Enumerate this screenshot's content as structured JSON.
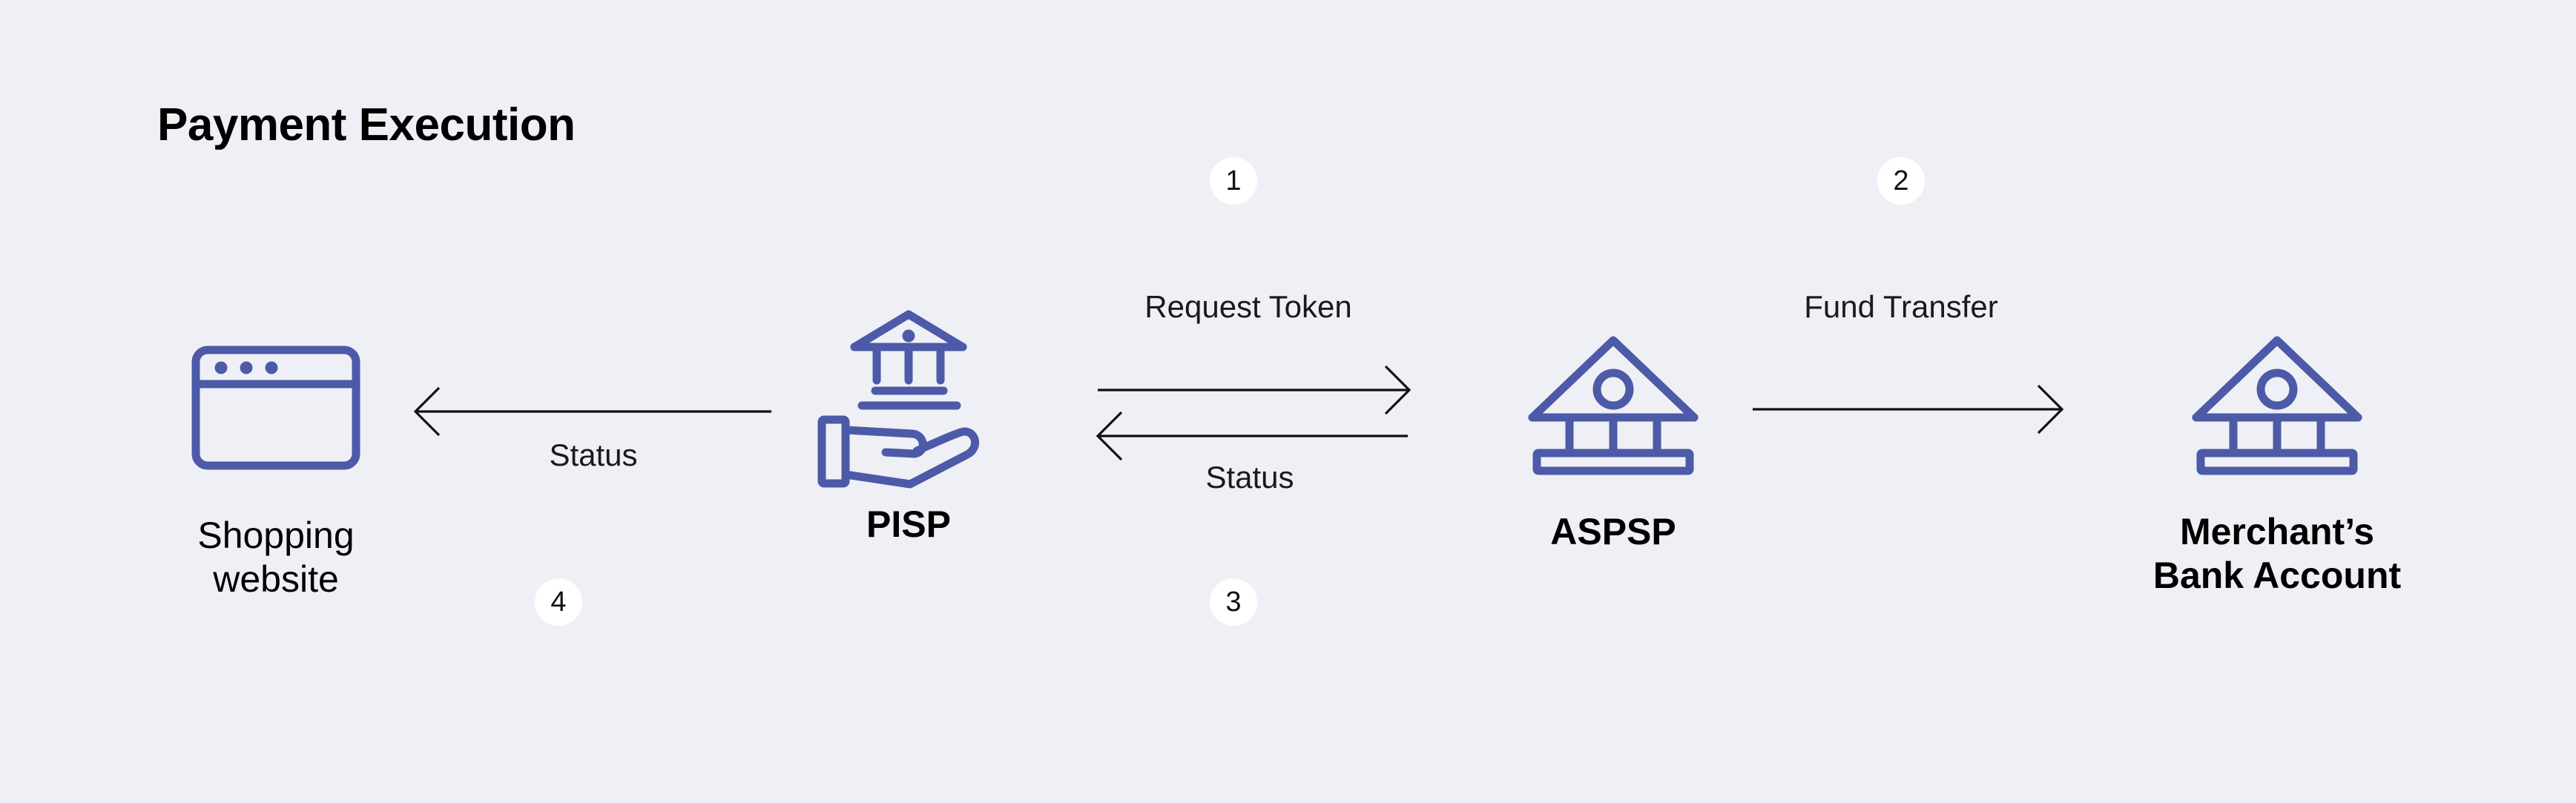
{
  "diagram": {
    "title": "Payment Execution",
    "background_color": "#eff0f5",
    "icon_color": "#4c5aa8",
    "text_color": "#000000",
    "arrow_color": "#111111",
    "badge_bg_color": "#ffffff"
  },
  "nodes": [
    {
      "id": "shopping-website",
      "label": "Shopping\nwebsite",
      "icon": "browser-window-icon"
    },
    {
      "id": "pisp",
      "label": "PISP",
      "icon": "hand-holding-bank-icon"
    },
    {
      "id": "aspsp",
      "label": "ASPSP",
      "icon": "bank-building-icon"
    },
    {
      "id": "merchant-bank-account",
      "label": "Merchant’s\nBank Account",
      "icon": "bank-building-icon"
    }
  ],
  "edges": [
    {
      "id": "request-token",
      "label": "Request Token",
      "step": "1",
      "direction": "right",
      "from": "pisp",
      "to": "aspsp"
    },
    {
      "id": "fund-transfer",
      "label": "Fund Transfer",
      "step": "2",
      "direction": "right",
      "from": "aspsp",
      "to": "merchant-bank-account"
    },
    {
      "id": "status-aspsp-pisp",
      "label": "Status",
      "step": "3",
      "direction": "left",
      "from": "aspsp",
      "to": "pisp"
    },
    {
      "id": "status-pisp-shopping",
      "label": "Status",
      "step": "4",
      "direction": "left",
      "from": "pisp",
      "to": "shopping-website"
    }
  ],
  "steps": [
    {
      "number": "1"
    },
    {
      "number": "2"
    },
    {
      "number": "3"
    },
    {
      "number": "4"
    }
  ]
}
